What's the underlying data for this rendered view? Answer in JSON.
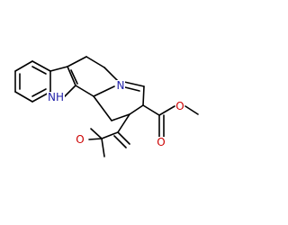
{
  "molecule": {
    "atoms": {
      "nitrogen_amine": {
        "text": "N",
        "color": "#2222aa"
      },
      "nitrogen_indole": {
        "text": "NH",
        "color": "#2222aa"
      },
      "oxygen_aldehyde": {
        "text": "O",
        "color": "#cc0000"
      },
      "oxygen_ester_carbonyl": {
        "text": "O",
        "color": "#cc0000"
      },
      "oxygen_ester_ether": {
        "text": "O",
        "color": "#cc0000"
      }
    },
    "bond_color": "#000000"
  }
}
